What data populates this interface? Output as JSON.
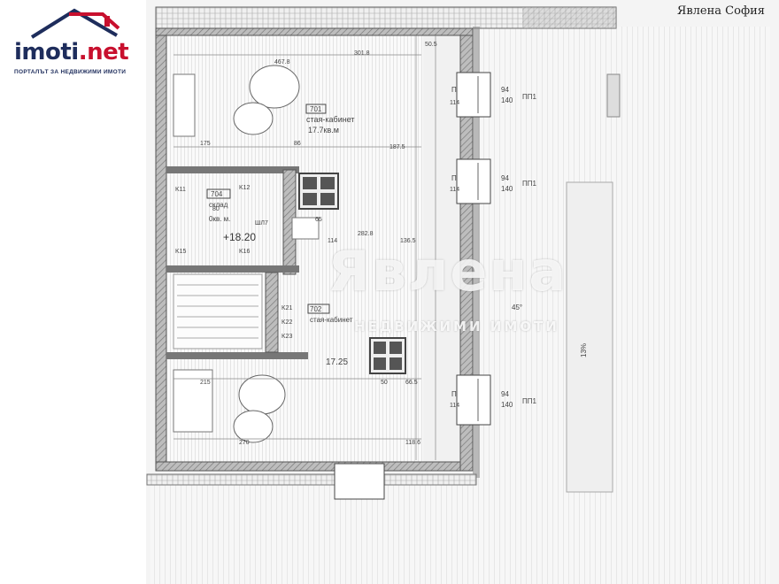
{
  "logo": {
    "brand": "imoti",
    "dot_net": ".net",
    "tagline": "ПОРТАЛЪТ ЗА НЕДВИЖИМИ ИМОТИ",
    "color_primary": "#1e2d5c",
    "color_accent": "#c8102e"
  },
  "agency": "Явлена София",
  "watermark": {
    "title": "Явлена",
    "subtitle": "НЕДВИЖИМИ ИМОТИ"
  },
  "plan": {
    "rooms": {
      "r701": {
        "number": "701",
        "name": "стая-кабинет",
        "area": "17.7кв.м"
      },
      "r704": {
        "number": "704",
        "name": "склад",
        "area": "0кв. м."
      },
      "r702": {
        "number": "702",
        "name": "стая-кабинет",
        "area": "17.25"
      }
    },
    "level": "+18.20",
    "elements": [
      "K11",
      "K12",
      "K15",
      "K16",
      "K21",
      "K22",
      "K23",
      "ШЛ7"
    ],
    "window_labels": [
      {
        "code": "П",
        "w": "114"
      },
      {
        "code": "П",
        "w": "114"
      },
      {
        "code": "П",
        "w": "114"
      }
    ],
    "door_labels": [
      "94",
      "140",
      "ПП1"
    ],
    "dimensions": [
      "215",
      "467.8",
      "301.8",
      "175",
      "86",
      "187.5",
      "282.8",
      "136.5",
      "114",
      "50",
      "66.5",
      "270",
      "118.6",
      "65",
      "80",
      "50.5"
    ],
    "angle": "45°",
    "slope": "13%"
  }
}
